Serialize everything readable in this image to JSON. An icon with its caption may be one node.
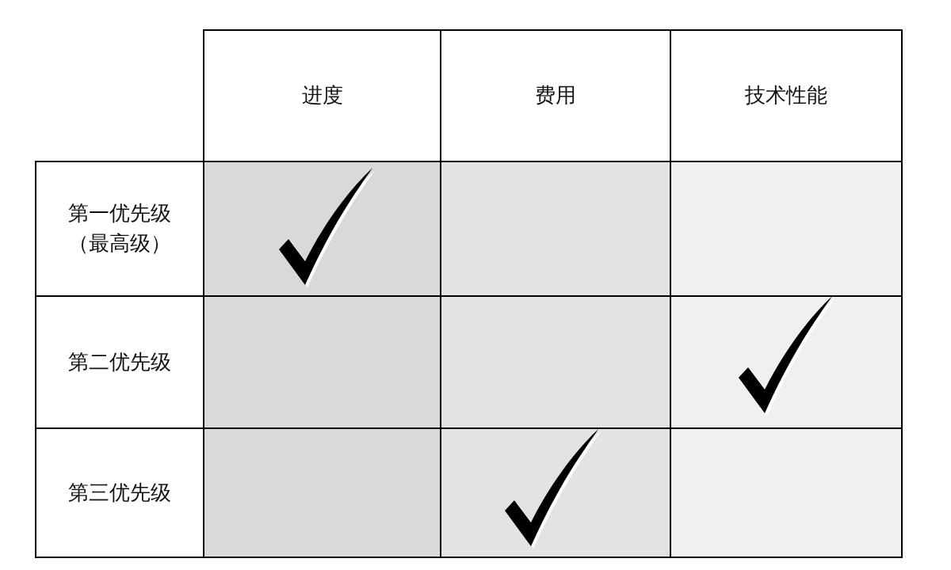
{
  "diagram": {
    "labels": [
      "进度",
      "费用",
      "技术性能",
      "第一优先级（最高级）",
      "第二优先级",
      "第三优先级"
    ]
  }
}
